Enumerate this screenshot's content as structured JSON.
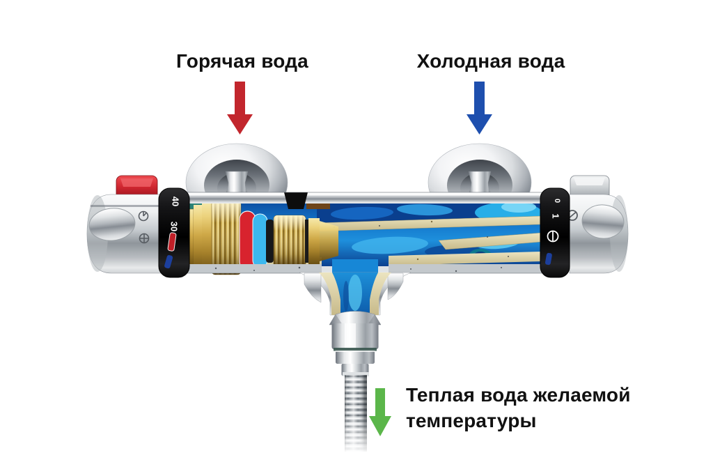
{
  "labels": {
    "hot": "Горячая вода",
    "cold": "Холодная вода",
    "warm_line1": "Теплая вода желаемой",
    "warm_line2": "температуры"
  },
  "colors": {
    "hot_arrow": "#c2262d",
    "cold_arrow": "#1e4fae",
    "warm_arrow": "#5bb64a",
    "label_text": "#111111"
  },
  "faucet": {
    "temp_ring": {
      "mark_40": "40",
      "mark_30": "30"
    },
    "flow_ring": {
      "mark_0": "0",
      "mark_1": "1"
    }
  }
}
